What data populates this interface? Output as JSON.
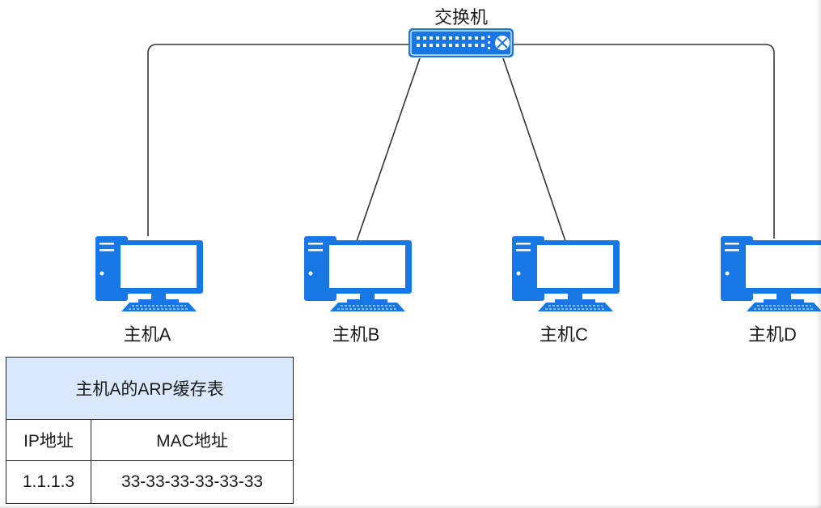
{
  "diagram": {
    "switch": {
      "label": "交换机",
      "icon": "network-switch-icon"
    },
    "hosts": [
      {
        "id": "A",
        "label": "主机A",
        "icon": "desktop-computer-icon"
      },
      {
        "id": "B",
        "label": "主机B",
        "icon": "desktop-computer-icon"
      },
      {
        "id": "C",
        "label": "主机C",
        "icon": "desktop-computer-icon"
      },
      {
        "id": "D",
        "label": "主机D",
        "icon": "desktop-computer-icon"
      }
    ],
    "links": [
      {
        "from": "switch",
        "to": "A"
      },
      {
        "from": "switch",
        "to": "B"
      },
      {
        "from": "switch",
        "to": "C"
      },
      {
        "from": "switch",
        "to": "D"
      }
    ],
    "colors": {
      "device_blue": "#1677e5",
      "screen_white": "#ffffff",
      "line": "#333333",
      "table_header_fill": "#dae8fc"
    }
  },
  "arp_table": {
    "title": "主机A的ARP缓存表",
    "columns": [
      "IP地址",
      "MAC地址"
    ],
    "rows": [
      [
        "1.1.1.3",
        "33-33-33-33-33-33"
      ]
    ]
  }
}
